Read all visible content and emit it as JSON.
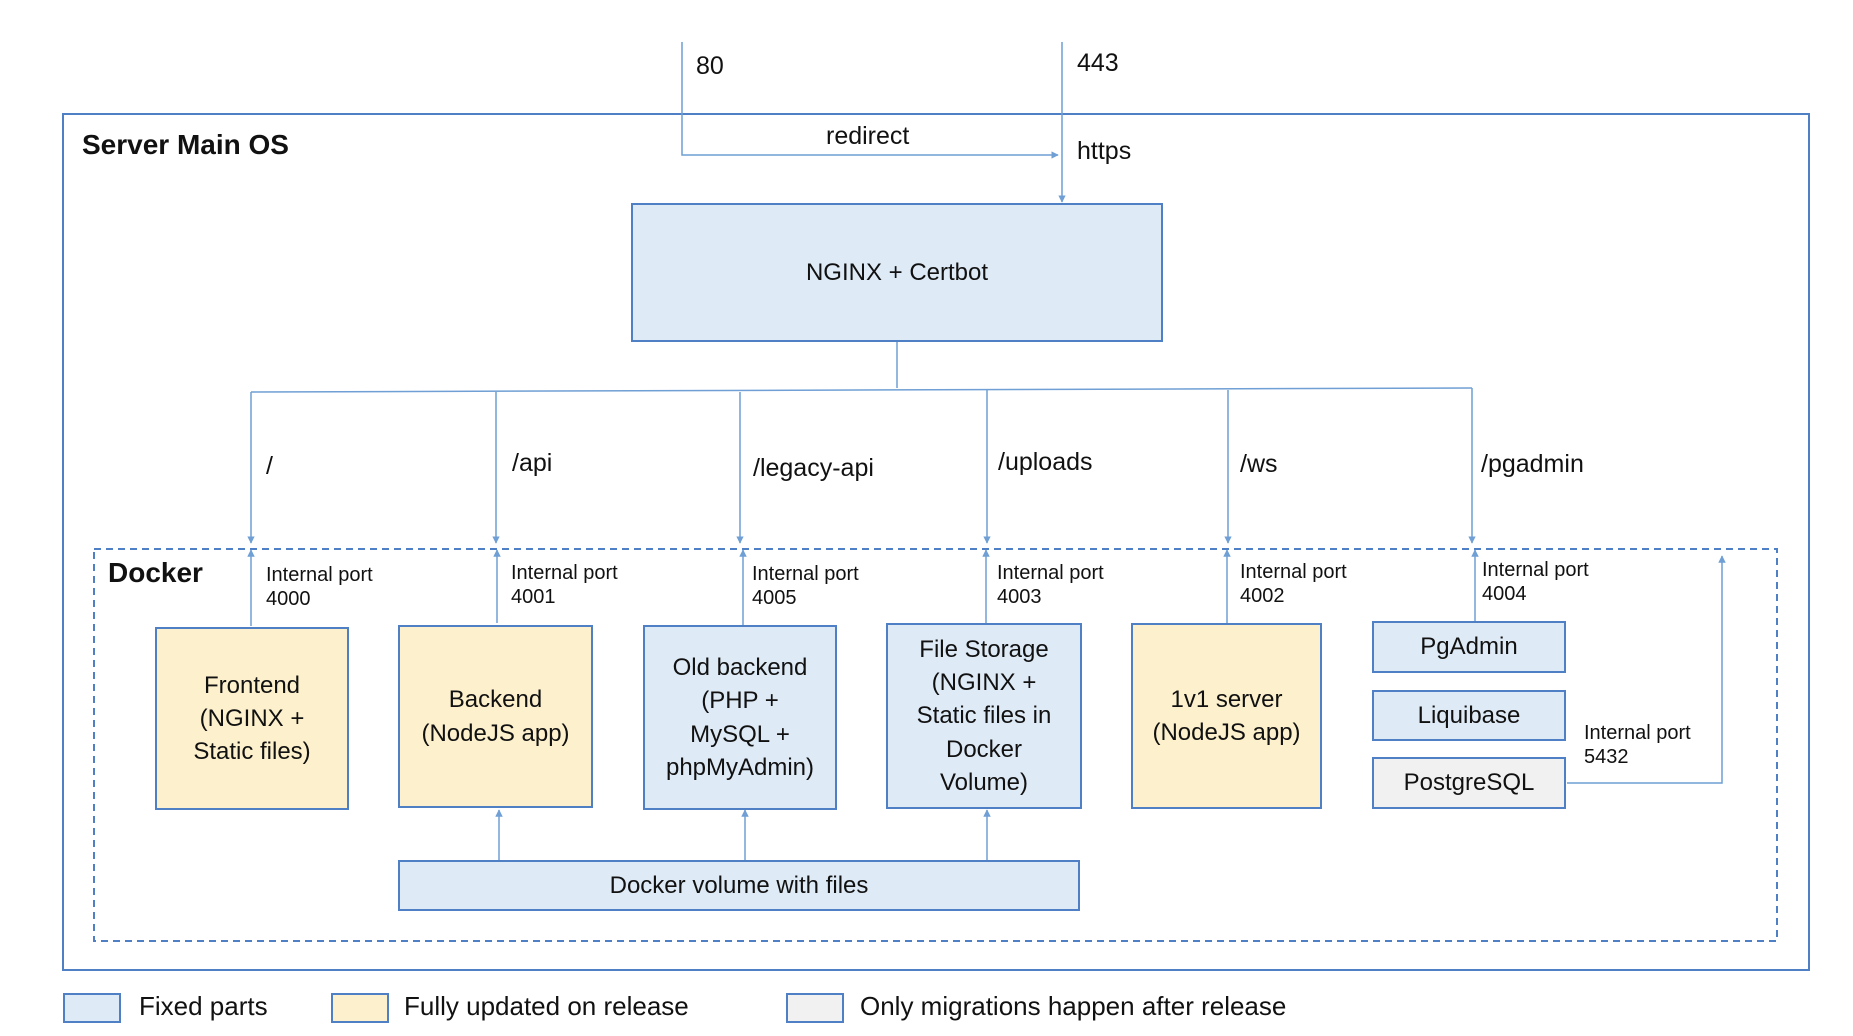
{
  "ports": {
    "http": "80",
    "https_port": "443"
  },
  "redirect_label": "redirect",
  "https_label": "https",
  "server_title": "Server Main OS",
  "docker_title": "Docker",
  "nginx_label": "NGINX + Certbot",
  "routes": [
    "/",
    "/api",
    "/legacy-api",
    "/uploads",
    "/ws",
    "/pgadmin"
  ],
  "services": [
    {
      "label": "Frontend\n(NGINX +\nStatic files)",
      "port": "Internal port\n4000",
      "category": "fully-updated"
    },
    {
      "label": "Backend\n(NodeJS app)",
      "port": "Internal port\n4001",
      "category": "fully-updated"
    },
    {
      "label": "Old backend\n(PHP +\nMySQL +\nphpMyAdmin)",
      "port": "Internal port\n4005",
      "category": "fixed"
    },
    {
      "label": "File Storage\n(NGINX +\nStatic files in\nDocker\nVolume)",
      "port": "Internal port\n4003",
      "category": "fixed"
    },
    {
      "label": "1v1 server\n(NodeJS app)",
      "port": "Internal port\n4002",
      "category": "fully-updated"
    },
    {
      "label": "PgAdmin",
      "port": "Internal port\n4004",
      "category": "fixed"
    }
  ],
  "liquibase_label": "Liquibase",
  "postgres": {
    "label": "PostgreSQL",
    "port": "Internal port\n5432"
  },
  "volume_label": "Docker volume with files",
  "legend": [
    {
      "label": "Fixed parts",
      "color": "#deeaf6"
    },
    {
      "label": "Fully updated on release",
      "color": "#fdf0cc"
    },
    {
      "label": "Only migrations happen after release",
      "color": "#f1f1f1"
    }
  ],
  "colors": {
    "border": "#4f7fc4",
    "line": "#6f9fd4"
  }
}
